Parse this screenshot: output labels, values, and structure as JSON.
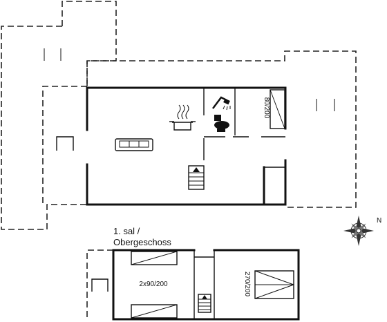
{
  "ground_floor": {
    "bed_label": "80/200"
  },
  "upper_floor": {
    "title_line1": "1. sal /",
    "title_line2": "Obergeschoss",
    "bed_left_label": "2x90/200",
    "bed_right_label": "270/200"
  },
  "compass": {
    "north_label": "N"
  }
}
